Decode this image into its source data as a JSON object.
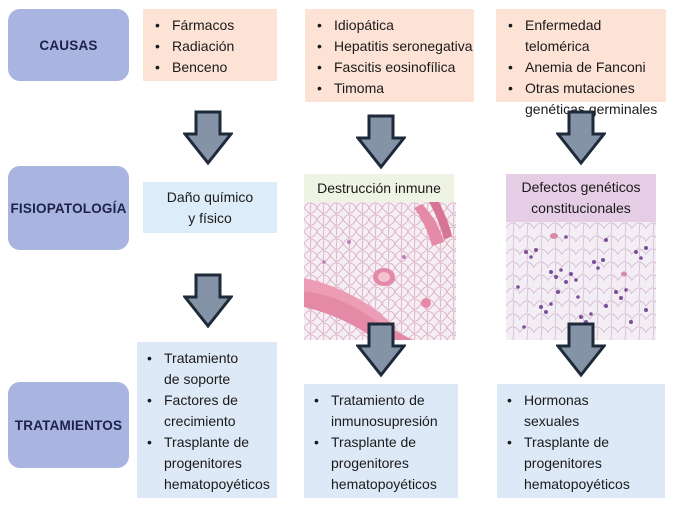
{
  "rows": {
    "causes": "CAUSAS",
    "pathophysiology": "FISIOPATOLOGÍA",
    "treatments": "TRATAMIENTOS"
  },
  "columns": [
    {
      "causes": [
        "Fármacos",
        "Radiación",
        "Benceno"
      ],
      "pathophysiology": [
        "Daño químico",
        "y físico"
      ],
      "treatments": [
        [
          "Tratamiento",
          "de soporte"
        ],
        [
          "Factores de",
          "crecimiento"
        ],
        [
          "Trasplante de",
          "progenitores",
          "hematopoyéticos"
        ]
      ]
    },
    {
      "causes": [
        "Idiopática",
        "Hepatitis seronegativa",
        "Fascitis eosinofílica",
        "Timoma"
      ],
      "pathophysiology": [
        "Destrucción inmune"
      ],
      "treatments": [
        [
          "Tratamiento de",
          "inmunosupresión"
        ],
        [
          "Trasplante de",
          "progenitores",
          "hematopoyéticos"
        ]
      ]
    },
    {
      "causes": [
        [
          "Enfermedad telomérica"
        ],
        [
          "Anemia de Fanconi"
        ],
        [
          "Otras mutaciones",
          "genéticas germinales"
        ]
      ],
      "pathophysiology": [
        "Defectos genéticos",
        "constitucionales"
      ],
      "treatments": [
        [
          "Hormonas",
          "sexuales"
        ],
        [
          "Trasplante de",
          "progenitores",
          "hematopoyéticos"
        ]
      ]
    }
  ],
  "colors": {
    "row_label": "#a9b4e1",
    "cause_box": "#fde3d6",
    "treatment_box": "#dde9f7",
    "patho_chemical": "#dcecf8",
    "patho_immune": "#eef3e4",
    "patho_genetic": "#e6cde6",
    "arrow_fill": "#8593a6",
    "arrow_stroke": "#1e2a3a"
  }
}
